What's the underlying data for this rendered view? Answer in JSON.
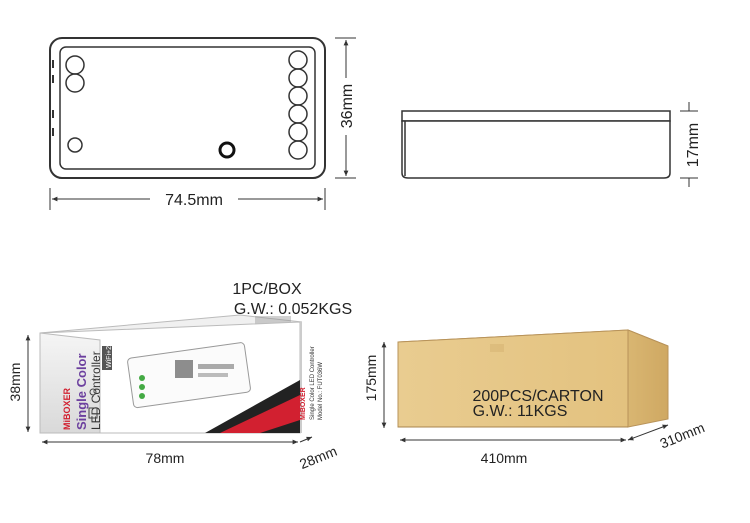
{
  "dimensions": {
    "controller_width": "74.5mm",
    "controller_height": "36mm",
    "controller_thickness": "17mm"
  },
  "single_box": {
    "qty": "1PC/BOX",
    "weight": "G.W.: 0.052KGS",
    "height": "38mm",
    "length": "78mm",
    "depth": "28mm",
    "brand": "MiBOXER",
    "product_line1": "Single Color",
    "product_line2": "LED Controller",
    "model_badge": "WiFi+2.4G",
    "side_brand": "MiBOXER",
    "side_text1": "Single Color LED Controller",
    "side_text2": "Model No.: FUT036W"
  },
  "carton": {
    "qty": "200PCS/CARTON",
    "weight": "G.W.: 11KGS",
    "height": "175mm",
    "length": "410mm",
    "depth": "310mm"
  },
  "colors": {
    "line": "#333333",
    "carton": "#e9d09a",
    "box_accent": "#d22030",
    "box_purple": "#6b3f9e"
  }
}
